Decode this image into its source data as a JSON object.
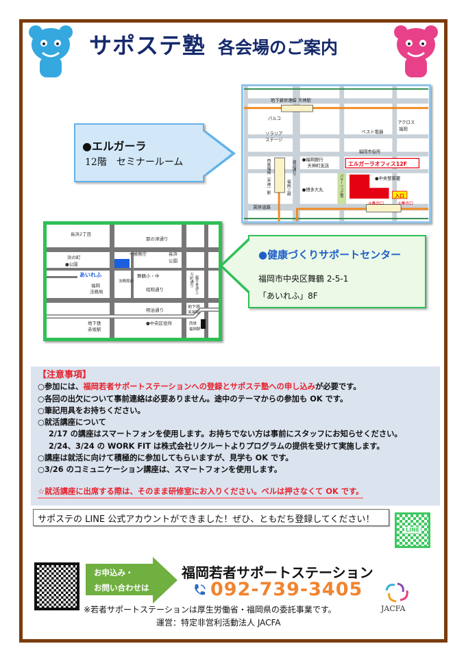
{
  "header": {
    "title_main": "サポステ塾",
    "title_sub": "各会場のご案内"
  },
  "venue1": {
    "name": "●エルガーラ",
    "room": "12階　セミナールーム",
    "map_labels": [
      "地下鉄空港線 天神駅",
      "パルコ",
      "ソラリア",
      "ステージ",
      "アクロス",
      "福岡",
      "ベスト電器",
      "福岡市役所",
      "渡辺通り",
      "●福岡銀行",
      "天神町支店",
      "西鉄福岡（天神）駅",
      "福岡三越",
      "●博多大丸",
      "パサージュ広場",
      "エルガーラオフィス12F",
      "●中央警察署",
      "入口",
      "④番出口",
      "⑤番出口",
      "国体道路"
    ]
  },
  "venue2": {
    "name": "●健康づくりサポートセンター",
    "address": "福岡市中央区舞鶴 2-5-1",
    "building": "「あいれふ」8F",
    "map_labels": [
      "長浜2丁目",
      "那の津通り",
      "浜の町",
      "●公園",
      "ー検察庁",
      "長浜",
      "公園",
      "あいれふ",
      "舞鶴小・中",
      "法務局前",
      "福岡",
      "法務局",
      "昭和通り",
      "（親不孝通り）",
      "万町通り",
      "明治通り",
      "地下鉄",
      "天神駅",
      "地下鉄",
      "赤坂駅",
      "●中央区役所",
      "西鉄",
      "福岡駅"
    ]
  },
  "notes": {
    "heading": "【注意事項】",
    "item1_pre": "○参加には、",
    "item1_red": "福岡若者サポートステーションへの登録とサポステ塾への申し込み",
    "item1_post": "が必要です。",
    "item2": "○各回の出欠について事前連絡は必要ありません。途中のテーマからの参加も OK です。",
    "item3": "○筆記用具をお持ちください。",
    "item4": "○就活講座について",
    "item4a": "2/17 の講座はスマートフォンを使用します。お持ちでない方は事前にスタッフにお知らせください。",
    "item4b": "2/24、3/24 の WORK FIT は株式会社リクルートよりプログラムの提供を受けて実施します。",
    "item5": "○講座は就活に向けて積極的に参加してもらいますが、見学も OK です。",
    "item6": "○3/26 のコミュニケーション講座は、スマートフォンを使用します。",
    "warning": "☆就活講座に出席する際は、そのまま研修室にお入りください。ベルは押さなくて OK です。"
  },
  "line": {
    "message": "サポステの LINE 公式アカウントができました！ぜひ、ともだち登録してください！",
    "qr_label": "LINE"
  },
  "contact": {
    "arrow_line1": "お申込み・",
    "arrow_line2": "お問い合わせは",
    "org": "福岡若者サポートステーション",
    "phone": "092-739-3405",
    "note": "※若者サポートステーションは厚生労働省・福岡県の委託事業です。",
    "operator": "運営：特定非営利活動法人 JACFA",
    "logo": "JACFA"
  },
  "colors": {
    "frame": "#7b3b0e",
    "title": "#162a6b",
    "red": "#e8202a",
    "phone": "#f08430",
    "green": "#2ec055"
  }
}
